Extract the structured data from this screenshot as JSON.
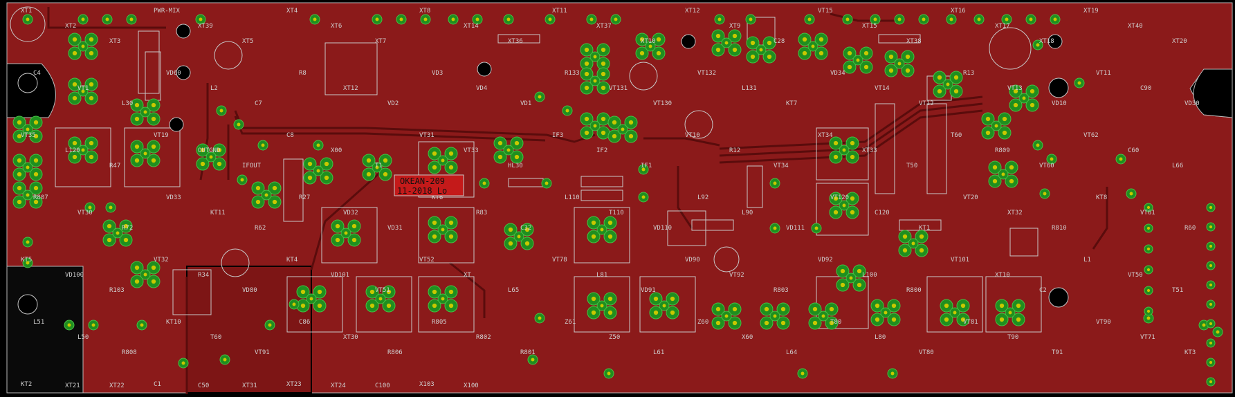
{
  "colors": {
    "background": "#000000",
    "copper": "#8B1A1A",
    "outline": "#b8b8b8",
    "pad": "#1f8f1f",
    "pad_edge": "#46c046",
    "drill": "#c8c800",
    "silk": "#cfcfcf",
    "trace": "#5a0c0c",
    "label_box": "#c41a1a",
    "label_text": "#111111"
  },
  "board": {
    "label_line1": "OKEAN-209",
    "label_line2": "11-2018 Lo",
    "silk_labels": [
      "XT1",
      "XT2",
      "XT3",
      "PWR-MIX",
      "XT39",
      "XT5",
      "XT4",
      "XT6",
      "XT7",
      "XT8",
      "XT14",
      "XT36",
      "XT11",
      "XT37",
      "XT10",
      "XT12",
      "XT9",
      "C28",
      "VT15",
      "XT15",
      "XT38",
      "XT16",
      "XT17",
      "XT18",
      "XT19",
      "XT40",
      "XT20",
      "C4",
      "VT1",
      "L30",
      "VD60",
      "L2",
      "C7",
      "R8",
      "XT12",
      "VD2",
      "VD3",
      "VD4",
      "VD1",
      "R133",
      "VT131",
      "VT130",
      "VT132",
      "L131",
      "KT7",
      "VD34",
      "VT14",
      "VT12",
      "R13",
      "VT13",
      "VD10",
      "VT11",
      "C90",
      "VD30",
      "VT35",
      "L120",
      "R47",
      "VT19",
      "OUTGND",
      "IFOUT",
      "C8",
      "X00",
      "T1",
      "VT31",
      "VT33",
      "HL30",
      "IF3",
      "IF2",
      "IF1",
      "VT10",
      "R12",
      "VT34",
      "XT34",
      "XT33",
      "T50",
      "T60",
      "R809",
      "VT60",
      "VT62",
      "C60",
      "L66",
      "R807",
      "VT30",
      "R72",
      "VD33",
      "KT11",
      "R62",
      "R27",
      "VD32",
      "VD31",
      "KT6",
      "R83",
      "C32",
      "L110",
      "T110",
      "VD110",
      "L92",
      "L90",
      "VD111",
      "VT120",
      "C120",
      "KT1",
      "VT20",
      "XT32",
      "R810",
      "KT8",
      "VT61",
      "R60",
      "KT5",
      "VD100",
      "R103",
      "VT32",
      "R34",
      "VD80",
      "KT4",
      "VD101",
      "VT51",
      "VT52",
      "XT",
      "L65",
      "VT78",
      "L81",
      "VD91",
      "VD90",
      "VT92",
      "R803",
      "VD92",
      "L100",
      "R800",
      "VT101",
      "XT10",
      "C2",
      "L1",
      "VT50",
      "T51",
      "L51",
      "L50",
      "R808",
      "KT10",
      "T60",
      "VT91",
      "C86",
      "XT30",
      "R806",
      "R805",
      "R802",
      "R801",
      "Z61",
      "Z50",
      "L61",
      "Z60",
      "X60",
      "L64",
      "T80",
      "L80",
      "VT80",
      "VT81",
      "T90",
      "T91",
      "VT90",
      "VT71",
      "KT3",
      "KT2",
      "XT21",
      "XT22",
      "C1",
      "C50",
      "XT31",
      "XT23",
      "XT24",
      "C100",
      "X103",
      "X100"
    ]
  }
}
